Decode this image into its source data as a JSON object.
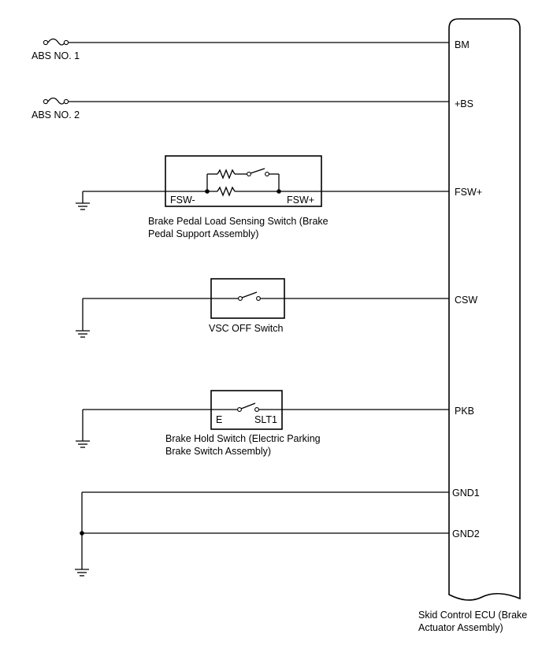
{
  "fuses": {
    "abs_no1": "ABS NO. 1",
    "abs_no2": "ABS NO. 2"
  },
  "components": {
    "brake_pedal_switch": {
      "name_line1": "Brake Pedal Load Sensing Switch (Brake",
      "name_line2": "Pedal Support Assembly)",
      "pin_left": "FSW-",
      "pin_right": "FSW+"
    },
    "vsc_off_switch": {
      "name": "VSC OFF Switch"
    },
    "brake_hold_switch": {
      "name_line1": "Brake Hold Switch (Electric Parking",
      "name_line2": "Brake Switch Assembly)",
      "pin_left": "E",
      "pin_right": "SLT1"
    }
  },
  "ecu": {
    "name_line1": "Skid Control ECU (Brake",
    "name_line2": "Actuator Assembly)",
    "pins": {
      "bm": "BM",
      "bs": "+BS",
      "fsw": "FSW+",
      "csw": "CSW",
      "pkb": "PKB",
      "gnd1": "GND1",
      "gnd2": "GND2"
    }
  }
}
